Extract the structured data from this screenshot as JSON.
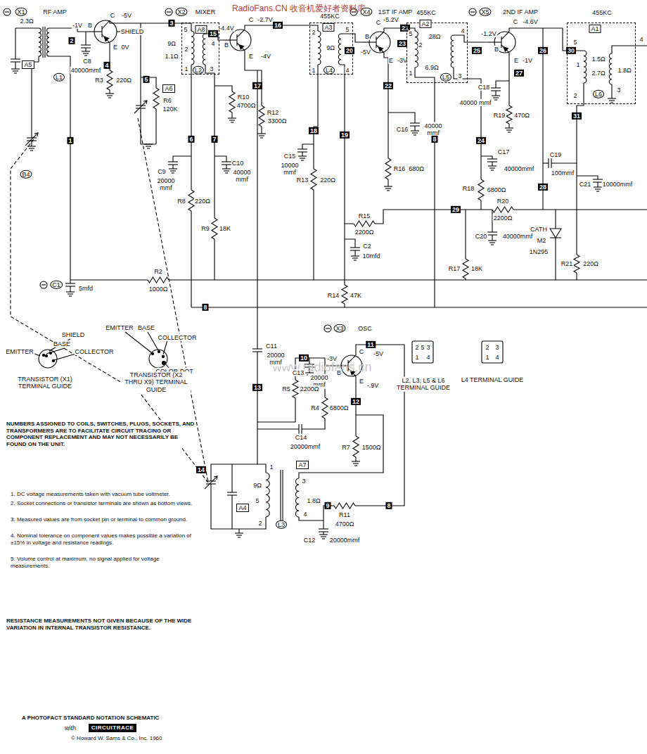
{
  "diagram": {
    "nodes": [
      {
        "text": [
          "A8"
        ]
      },
      {
        "text": [
          "455KC",
          "A3"
        ]
      },
      {
        "text": [
          "455KC",
          "A2"
        ]
      },
      {
        "text": [
          "455KC",
          "A1"
        ]
      },
      {
        "text": [
          "A5"
        ]
      },
      {
        "text": [
          "A6"
        ]
      },
      {
        "text": [
          "A7"
        ]
      },
      {
        "text": [
          "A4"
        ]
      },
      {
        "text": [
          "CIRCUITRACE"
        ]
      }
    ],
    "labels": [
      "X1",
      "RF AMP",
      "C",
      "-5V",
      "B",
      "-1V",
      "SHIELD",
      "E",
      "0V",
      "2.3Ω",
      "2",
      "C8",
      "40000mmf",
      "4",
      "R3",
      "220Ω",
      "L1",
      "3",
      "5",
      "9Ω",
      "2",
      "4",
      "1.1Ω",
      "L2",
      "1",
      "3",
      "5",
      "R6",
      "120K",
      "X2",
      "MIXER",
      "C",
      "-2.7V",
      "-4.4V",
      "16",
      "15",
      "B",
      "E",
      "-4V",
      "X4",
      "1ST IF AMP",
      "2",
      "5",
      "9Ω",
      "1",
      "L4",
      "4",
      "20",
      "C",
      "-5.2V",
      "-5V",
      "B",
      "E",
      "-3V",
      "X5",
      "2ND IF AMP",
      "21",
      "23",
      "5",
      "2",
      "28Ω",
      "4",
      "6.9Ω",
      "1",
      "L5",
      "3",
      "25",
      "C",
      "-4.6V",
      "-1.2V",
      "B",
      "E",
      "-1V",
      "27",
      "26",
      "30",
      "5",
      "4",
      "1.5Ω",
      "1",
      "2.7Ω",
      "1.8Ω",
      "2",
      "L6",
      "3",
      "31",
      "1",
      "B4",
      "6",
      "7",
      "C9",
      "20000 mmf",
      "R8",
      "220Ω",
      "R9",
      "18K",
      "R10",
      "4700Ω",
      "C10",
      "40000 mmf",
      "R12",
      "3300Ω",
      "17",
      "18",
      "19",
      "C15",
      "10000 mmf",
      "R13",
      "220Ω",
      "22",
      "C16",
      "40000 mmf",
      "R16",
      "680Ω",
      "8",
      "R15",
      "2200Ω",
      "C2",
      "10mfd",
      "R14",
      "47K",
      "C18",
      "40000 mmf",
      "R19",
      "470Ω",
      "24",
      "C17",
      "40000mmf",
      "R18",
      "6800Ω",
      "29",
      "R20",
      "2200Ω",
      "C20",
      "40000mmf",
      "R17",
      "18K",
      "C19",
      "100mmf",
      "C21",
      "10000mmf",
      "28",
      "CATH",
      "M2",
      "1N295",
      "R21",
      "220Ω",
      "C1",
      "5mfd",
      "R2",
      "1000Ω",
      "8",
      "EMITTER",
      "SHIELD",
      "BASE",
      "COLLECTOR",
      "EMITTER",
      "BASE",
      "COLLECTOR",
      "COLOR DOT",
      "TRANSISTOR (X1) TERMINAL GUIDE",
      "TRANSISTOR (X2 THRU X9) TERMINAL GUIDE",
      "X3",
      "OSC",
      "11",
      "C",
      "-5V",
      "10",
      "-3V",
      "B",
      "E",
      "-.9V",
      "C13",
      "20000 mmf",
      "C11",
      "20000 mmf",
      "13",
      "R5",
      "2200Ω",
      "R4",
      "6800Ω",
      "12",
      "C14",
      "20000mmf",
      "R7",
      "1500Ω",
      "14",
      "9Ω",
      "1",
      "5",
      "3",
      "1.8Ω",
      "2",
      "L3",
      "4",
      "9",
      "8",
      "R11",
      "4700Ω",
      "C12",
      "20000mmf",
      "2",
      "5",
      "3",
      "1",
      "4",
      "L2, L3, L5 & L6 TERMINAL GUIDE",
      "2",
      "3",
      "1",
      "4",
      "L4 TERMINAL GUIDE",
      "NUMBERS ASSIGNED TO COILS, SWITCHES, PLUGS, SOCKETS, AND TRANSFORMERS ARE TO FACILITATE CIRCUIT TRACING OR COMPONENT REPLACEMENT AND MAY NOT NECESSARILY BE FOUND ON THE UNIT.",
      "1. DC voltage measurements taken with vacuum tube voltmeter.",
      "2. Socket connections or transistor terminals are shown as bottom views.",
      "3. Measured values are from socket pin or terminal to common ground.",
      "4. Nominal tolerance on component values makes possible a variation of ±15% in voltage and resistance readings.",
      "5. Volume control at maximum, no signal applied for voltage measurements.",
      "RESISTANCE MEASUREMENTS NOT GIVEN BECAUSE OF THE WIDE VARIATION IN INTERNAL TRANSISTOR RESISTANCE.",
      "A PHOTOFACT STANDARD NOTATION SCHEMATIC",
      "with",
      "© Howard W. Sams & Co., Inc. 1960",
      "RadioFans.CN 收音机爱好者资料库",
      "www.radiofans.cn"
    ]
  }
}
